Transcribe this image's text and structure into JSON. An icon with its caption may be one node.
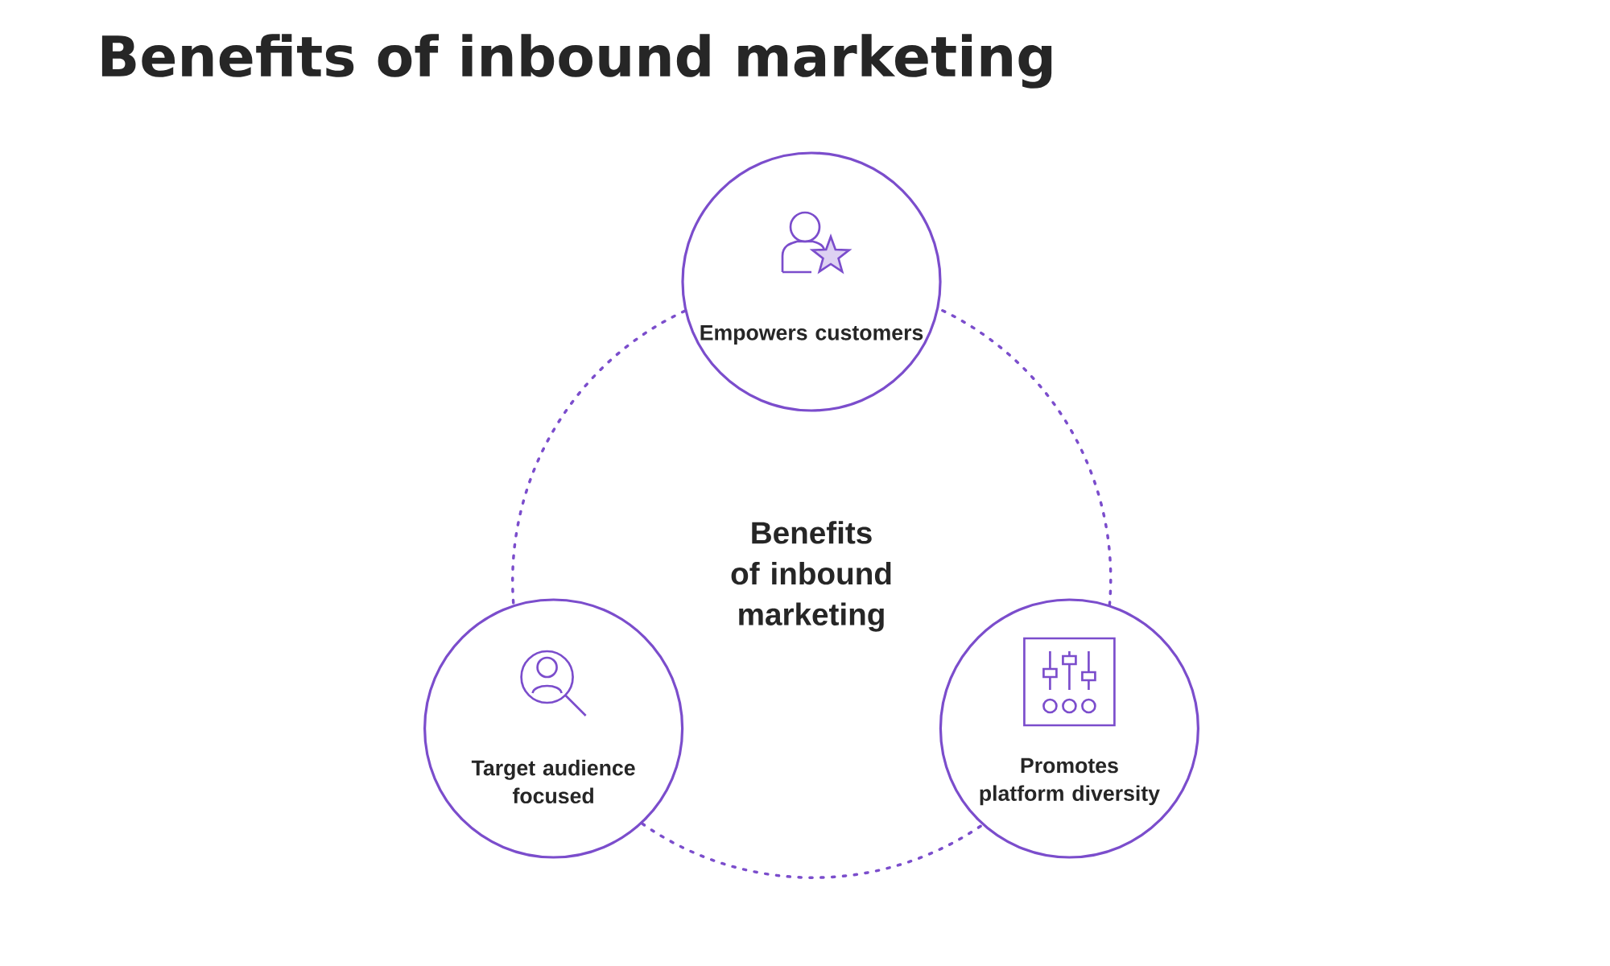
{
  "diagram": {
    "title": "Benefits of inbound marketing",
    "nodes": [
      {
        "text": [
          "Empowers customers"
        ]
      },
      {
        "text": [
          "Target audience focused"
        ]
      },
      {
        "text": [
          "Promotes platform diversity"
        ]
      }
    ],
    "edges": [
      {
        "from": 0,
        "to": 1,
        "arrow": "none",
        "style": "dashed"
      },
      {
        "from": 1,
        "to": 2,
        "arrow": "none",
        "style": "dashed"
      },
      {
        "from": 2,
        "to": 0,
        "arrow": "none",
        "style": "dashed"
      }
    ],
    "labels": [
      "Benefits of inbound marketing"
    ]
  }
}
